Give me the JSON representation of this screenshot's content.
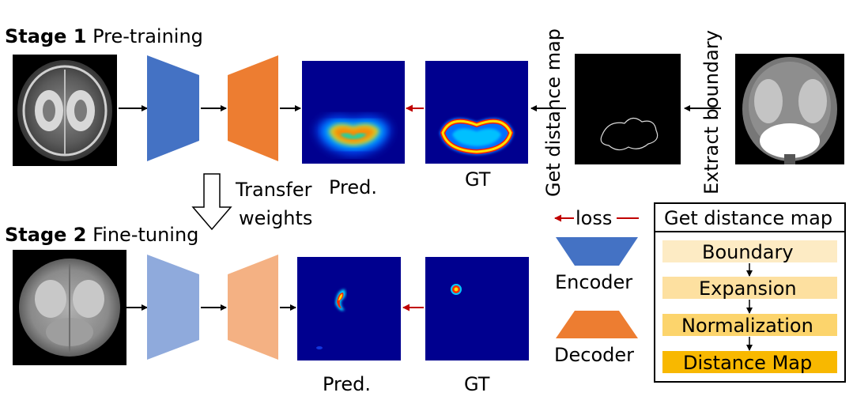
{
  "stage1": {
    "bold": "Stage 1",
    "rest": "Pre-training"
  },
  "stage2": {
    "bold": "Stage 2",
    "rest": "Fine-tuning"
  },
  "transfer": {
    "line1": "Transfer",
    "line2": "weights"
  },
  "labels": {
    "pred1": "Pred.",
    "gt1": "GT",
    "pred2": "Pred.",
    "gt2": "GT",
    "get_distance_map": "Get distance map",
    "extract_boundary": "Extract boundary"
  },
  "legend": {
    "loss": "loss",
    "encoder": "Encoder",
    "decoder": "Decoder"
  },
  "process": {
    "title": "Get distance map",
    "steps": [
      "Boundary",
      "Expansion",
      "Normalization",
      "Distance Map"
    ],
    "step_colors": [
      "#fdebc4",
      "#fde0a0",
      "#fcd46c",
      "#f8b800"
    ]
  },
  "colors": {
    "encoder": "#4472c4",
    "decoder": "#ed7d31",
    "encoder_light": "#8faadc",
    "decoder_light": "#f4b183",
    "loss_arrow": "#c00000",
    "heatmap_bg": "#00008f"
  }
}
